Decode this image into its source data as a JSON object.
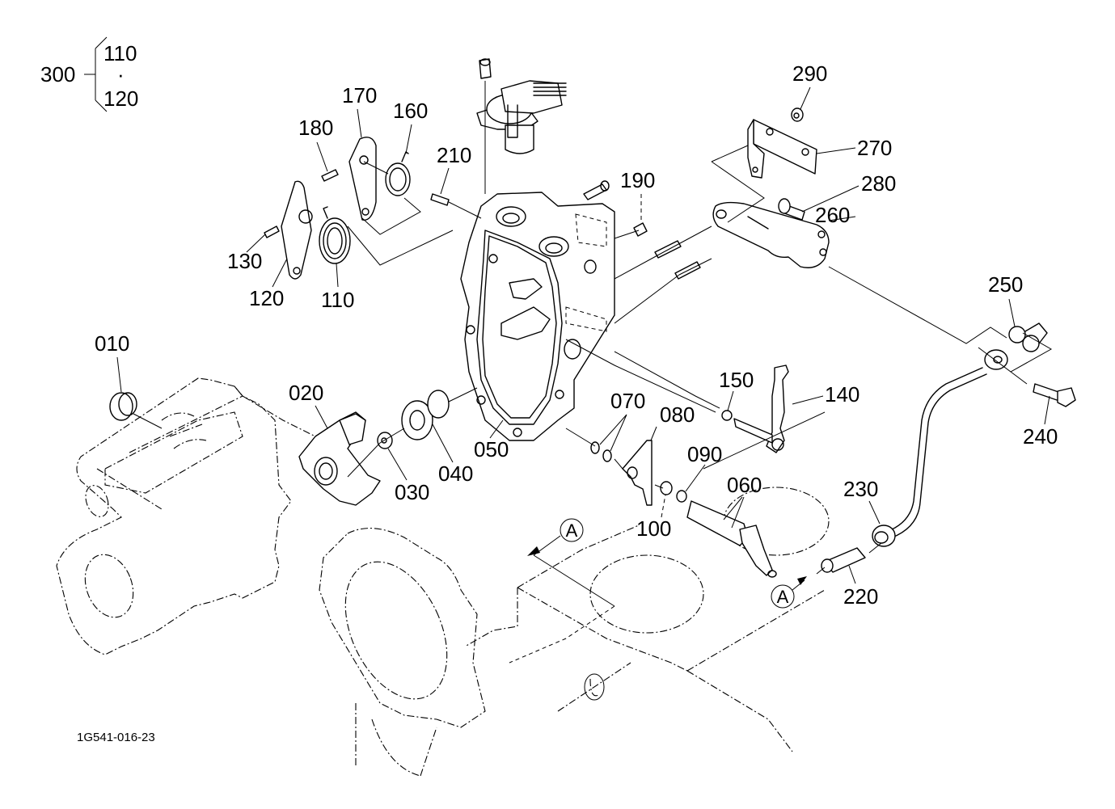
{
  "diagram": {
    "figure_code": "1G541-016-23",
    "assembly": {
      "number": "300",
      "members_top": "110",
      "members_bottom": "120",
      "separator": "·"
    },
    "section_marker": "A",
    "callouts": {
      "p010": "010",
      "p020": "020",
      "p030": "030",
      "p040": "040",
      "p050": "050",
      "p060": "060",
      "p070": "070",
      "p080": "080",
      "p090": "090",
      "p100": "100",
      "p110": "110",
      "p120": "120",
      "p130": "130",
      "p140": "140",
      "p150": "150",
      "p160": "160",
      "p170": "170",
      "p180": "180",
      "p190": "190",
      "p210": "210",
      "p220": "220",
      "p230": "230",
      "p240": "240",
      "p250": "250",
      "p260": "260",
      "p270": "270",
      "p280": "280",
      "p290": "290"
    }
  }
}
